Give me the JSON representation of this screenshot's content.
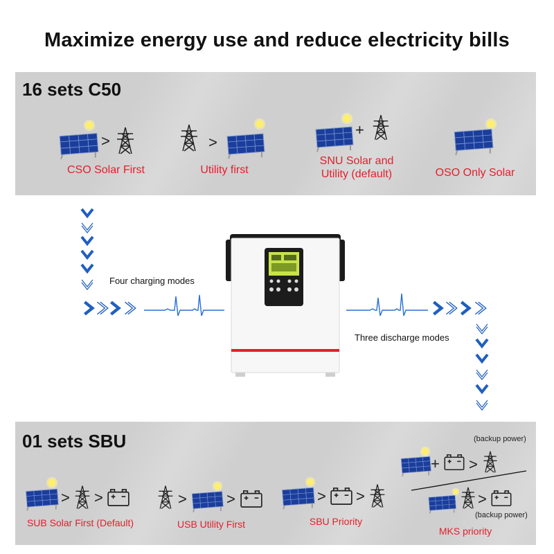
{
  "title": "Maximize energy use and reduce electricity bills",
  "charging": {
    "heading": "16 sets C50",
    "flow_label": "Four charging modes",
    "modes": [
      {
        "label": "CSO Solar First",
        "icons": [
          "solar-panel-icon",
          "greater-than",
          "power-tower-icon"
        ]
      },
      {
        "label": "Utility first",
        "icons": [
          "power-tower-icon",
          "greater-than",
          "solar-panel-icon"
        ]
      },
      {
        "label": "SNU Solar and Utility (default)",
        "icons": [
          "solar-panel-icon",
          "plus",
          "power-tower-icon"
        ]
      },
      {
        "label": "OSO Only Solar",
        "icons": [
          "solar-panel-icon"
        ]
      }
    ]
  },
  "discharge": {
    "heading": "01 sets SBU",
    "flow_label": "Three discharge modes",
    "modes": [
      {
        "label": "SUB Solar First (Default)",
        "icons": [
          "solar-panel-icon",
          "greater-than",
          "power-tower-icon",
          "greater-than",
          "battery-icon"
        ]
      },
      {
        "label": "USB Utility First",
        "icons": [
          "power-tower-icon",
          "greater-than",
          "solar-panel-icon",
          "greater-than",
          "battery-icon"
        ]
      },
      {
        "label": "SBU Priority",
        "icons": [
          "solar-panel-icon",
          "greater-than",
          "battery-icon",
          "greater-than",
          "power-tower-icon"
        ]
      },
      {
        "label": "MKS priority",
        "notes": [
          "(backup power)",
          "(backup power)"
        ]
      }
    ]
  },
  "symbols": {
    "gt": ">",
    "plus": "+"
  },
  "colors": {
    "accent_red": "#e3202a",
    "chevron_blue": "#1f5fbf",
    "band_gray": "#cfcfd0"
  }
}
